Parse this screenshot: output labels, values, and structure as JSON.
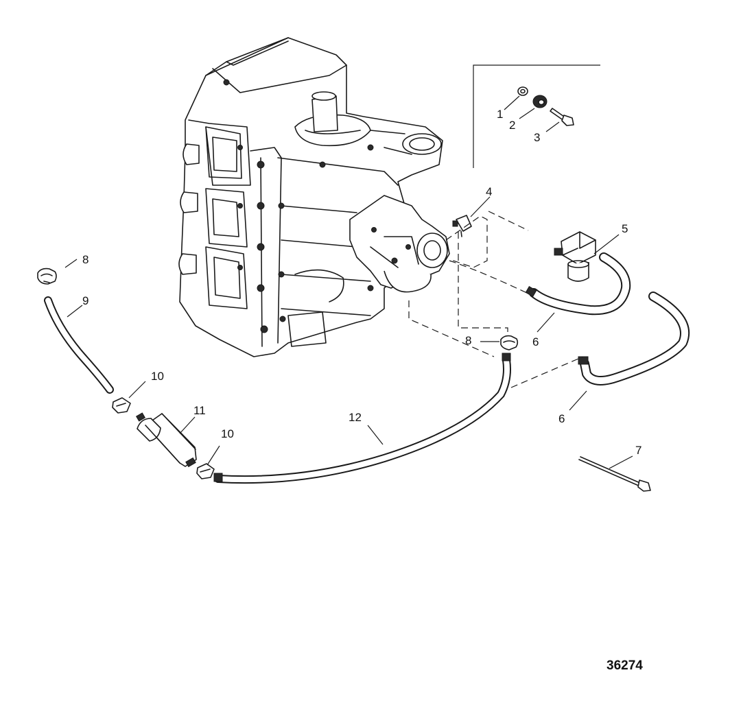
{
  "diagram": {
    "figure_number": "36274",
    "callouts": [
      {
        "id": "c1",
        "text": "1"
      },
      {
        "id": "c2",
        "text": "2"
      },
      {
        "id": "c3",
        "text": "3"
      },
      {
        "id": "c4",
        "text": "4"
      },
      {
        "id": "c5",
        "text": "5"
      },
      {
        "id": "c6a",
        "text": "6"
      },
      {
        "id": "c6b",
        "text": "6"
      },
      {
        "id": "c7",
        "text": "7"
      },
      {
        "id": "c8a",
        "text": "8"
      },
      {
        "id": "c8b",
        "text": "8"
      },
      {
        "id": "c9",
        "text": "9"
      },
      {
        "id": "c10a",
        "text": "10"
      },
      {
        "id": "c10b",
        "text": "10"
      },
      {
        "id": "c11",
        "text": "11"
      },
      {
        "id": "c12",
        "text": "12"
      }
    ]
  }
}
